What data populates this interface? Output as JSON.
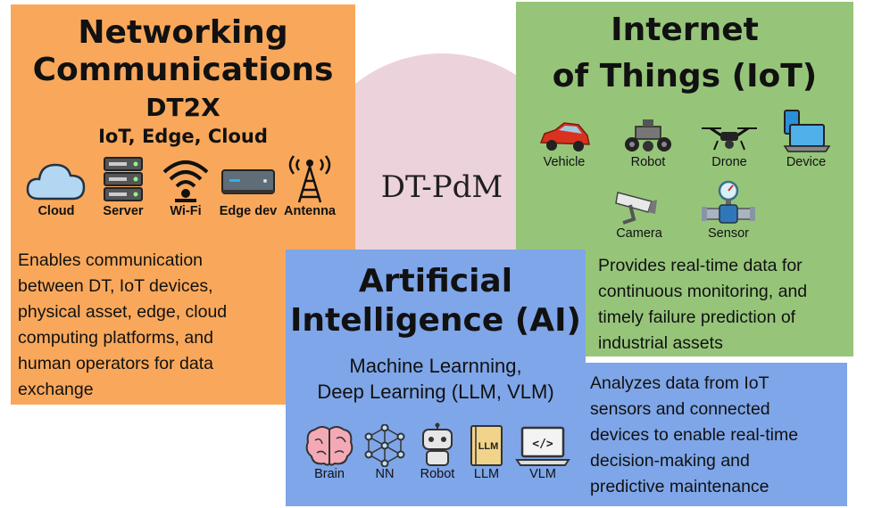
{
  "center": {
    "label": "DT-PdM"
  },
  "networking": {
    "title_line1": "Networking",
    "title_line2": "Communications",
    "subtitle": "DT2X",
    "subtitle2": "IoT, Edge, Cloud",
    "icons": [
      {
        "label": "Cloud",
        "icon": "cloud-icon"
      },
      {
        "label": "Server",
        "icon": "server-icon"
      },
      {
        "label": "Wi-Fi",
        "icon": "wifi-icon"
      },
      {
        "label": "Edge dev",
        "icon": "edge-device-icon"
      },
      {
        "label": "Antenna",
        "icon": "antenna-icon"
      }
    ],
    "description": "Enables communication\nbetween DT, IoT devices,\nphysical asset, edge, cloud\ncomputing platforms, and\nhuman operators  for data\nexchange"
  },
  "iot": {
    "title_line1": "Internet",
    "title_line2": "of Things (IoT)",
    "icons": [
      {
        "label": "Vehicle",
        "icon": "vehicle-icon"
      },
      {
        "label": "Robot",
        "icon": "robot-vehicle-icon"
      },
      {
        "label": "Drone",
        "icon": "drone-icon"
      },
      {
        "label": "Device",
        "icon": "device-icon"
      },
      {
        "label": "Camera",
        "icon": "camera-icon"
      },
      {
        "label": "Sensor",
        "icon": "sensor-icon"
      }
    ],
    "description": "Provides real-time data for\ncontinuous monitoring, and\ntimely failure prediction of\nindustrial assets"
  },
  "ai": {
    "title_line1": "Artificial",
    "title_line2": "Intelligence (AI)",
    "subtitle_line1": "Machine Learnning,",
    "subtitle_line2": "Deep Learning (LLM, VLM)",
    "icons": [
      {
        "label": "Brain",
        "icon": "brain-icon"
      },
      {
        "label": "NN",
        "icon": "neural-network-icon"
      },
      {
        "label": "Robot",
        "icon": "robot-icon"
      },
      {
        "label": "LLM",
        "icon": "llm-book-icon",
        "text": "LLM"
      },
      {
        "label": "VLM",
        "icon": "laptop-code-icon",
        "text": "</>"
      }
    ],
    "description": "Analyzes data from IoT\nsensors and connected\ndevices to enable real-time\ndecision-making and\npredictive maintenance"
  },
  "colors": {
    "networking": "#f9a85b",
    "iot": "#96c57a",
    "ai": "#7fa6e8",
    "center": "#ecd2db"
  }
}
